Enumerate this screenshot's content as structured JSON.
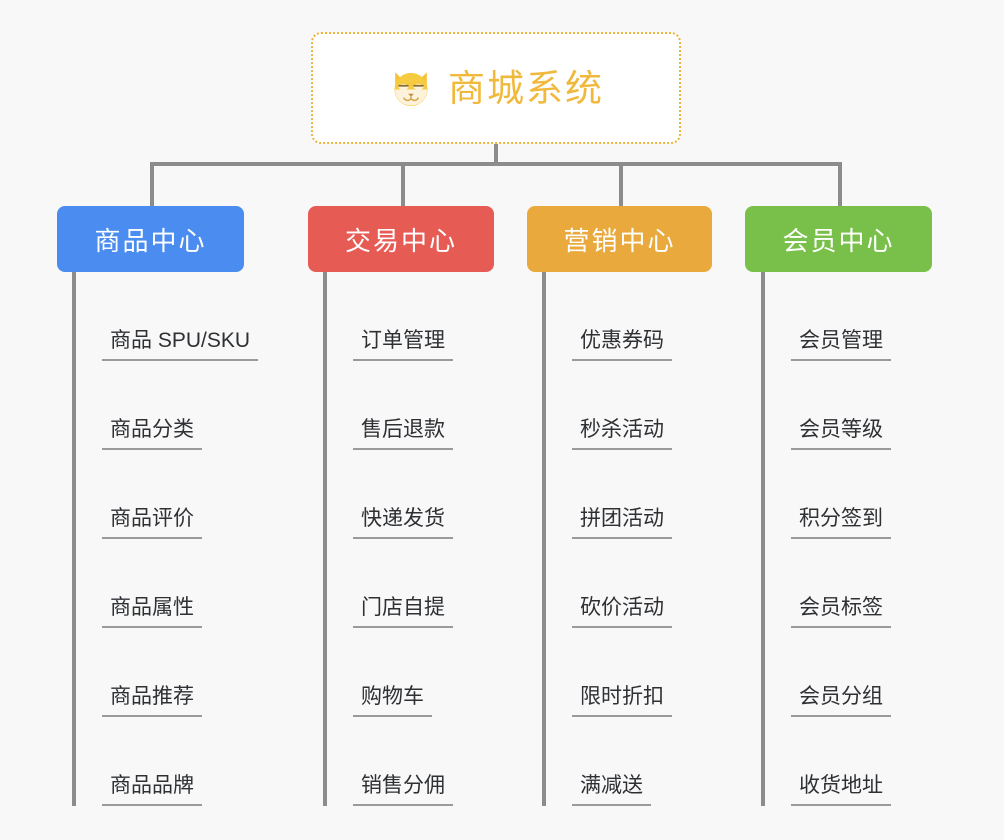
{
  "diagram": {
    "type": "org-chart",
    "background_color": "#f8f8f8",
    "connector_color": "#8c8c8c",
    "root": {
      "title": "商城系统",
      "icon": "dog-face-icon",
      "border_color": "#efb339",
      "text_color": "#f1b93c",
      "background_color": "#ffffff"
    },
    "branches": [
      {
        "title": "商品中心",
        "color": "#4a8cf0",
        "items": [
          "商品 SPU/SKU",
          "商品分类",
          "商品评价",
          "商品属性",
          "商品推荐",
          "商品品牌"
        ]
      },
      {
        "title": "交易中心",
        "color": "#e75b55",
        "items": [
          "订单管理",
          "售后退款",
          "快递发货",
          "门店自提",
          "购物车",
          "销售分佣"
        ]
      },
      {
        "title": "营销中心",
        "color": "#e9a93c",
        "items": [
          "优惠券码",
          "秒杀活动",
          "拼团活动",
          "砍价活动",
          "限时折扣",
          "满减送"
        ]
      },
      {
        "title": "会员中心",
        "color": "#79c04a",
        "items": [
          "会员管理",
          "会员等级",
          "积分签到",
          "会员标签",
          "会员分组",
          "收货地址"
        ]
      }
    ]
  }
}
